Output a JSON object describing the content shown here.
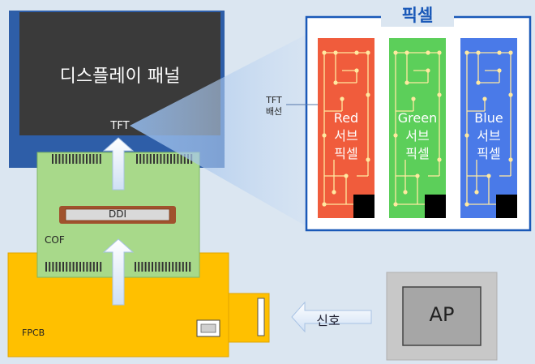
{
  "display_panel": {
    "label": "디스플레이 패널",
    "tft_label": "TFT"
  },
  "ddi_label": "DDI",
  "cof_label": "COF",
  "fpcb_label": "FPCB",
  "signal_label": "신호",
  "ap_label": "AP",
  "pixel_group": {
    "title": "픽셀",
    "tft_wire_label": "TFT\n배선",
    "subpixels": [
      {
        "label": "Red\n서브\n픽셀",
        "color": "#f05c3c"
      },
      {
        "label": "Green\n서브\n픽셀",
        "color": "#5ccf5a"
      },
      {
        "label": "Blue\n서브\n픽셀",
        "color": "#4a7ae8"
      }
    ]
  },
  "colors": {
    "background": "#dbe6f1",
    "panel_frame": "#2e5ea8",
    "panel_screen": "#3a3a3a",
    "cof": "#a8d98a",
    "fpcb": "#ffc000",
    "ap_box": "#a6a6a6",
    "pixel_box_border": "#1a59b8"
  }
}
